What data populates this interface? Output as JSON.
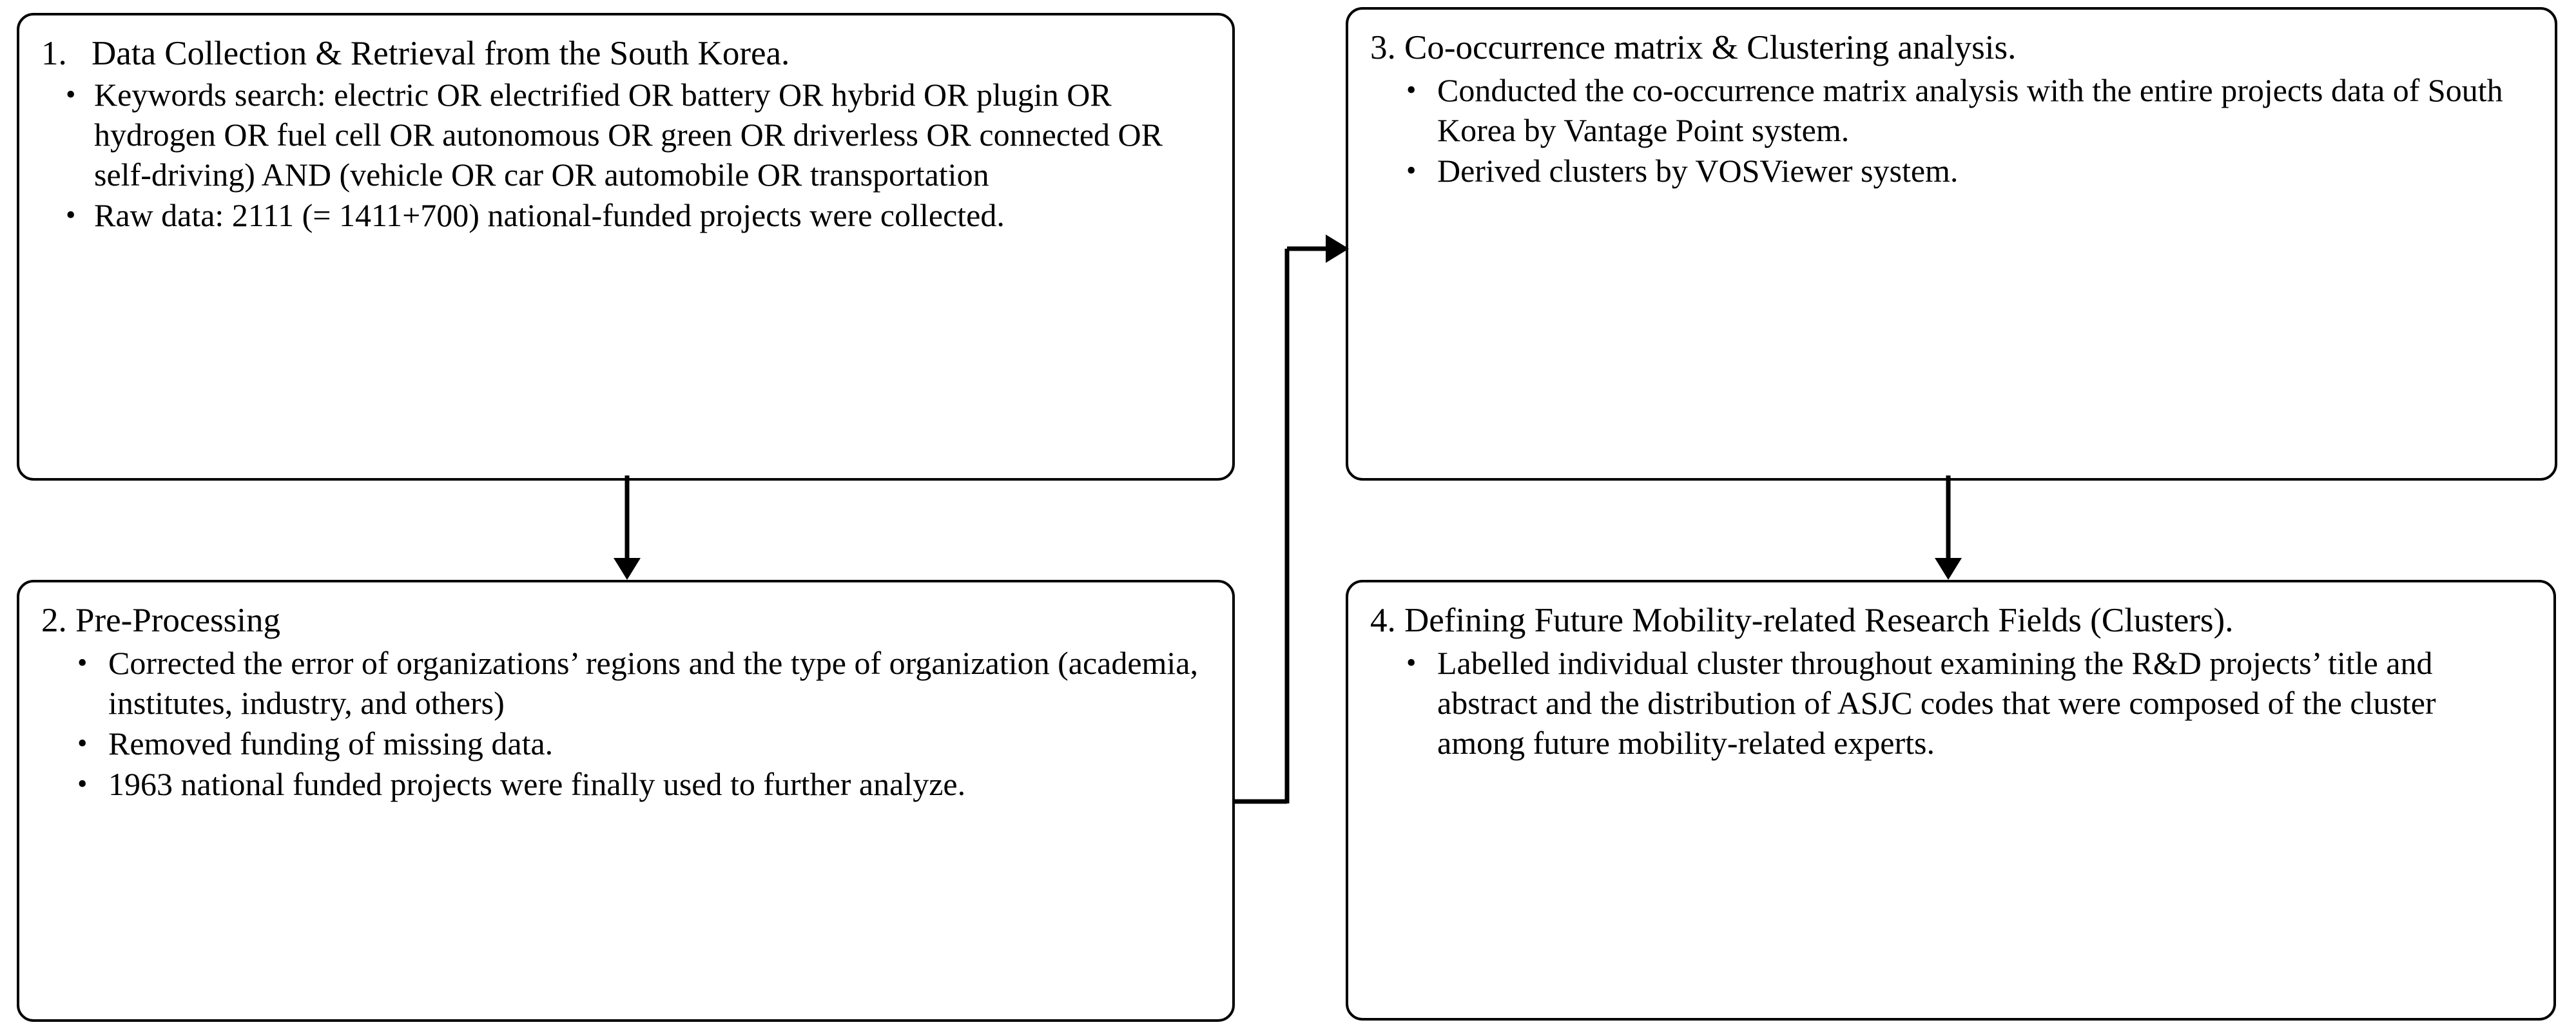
{
  "diagram": {
    "type": "flowchart",
    "title": "Research methodology flow",
    "line_color": "#000000",
    "box_fill": "#ffffff",
    "text_color": "#000000"
  },
  "nodes": [
    {
      "id": "node-1",
      "number": "1.",
      "title": "Data Collection & Retrieval from the South Korea.",
      "bullets": [
        "Keywords search: electric OR electrified OR battery OR hybrid OR plugin OR hydrogen OR fuel cell OR autonomous OR green OR driverless OR connected OR self-driving) AND (vehicle OR car OR automobile OR transportation",
        "Raw data: 2111 (= 1411+700) national-funded projects were collected."
      ]
    },
    {
      "id": "node-2",
      "number": "2.",
      "title": "2. Pre-Processing",
      "bullets": [
        "Corrected the error of organizations’ regions and the type of organization (academia, institutes, industry, and others)",
        " Removed funding of missing data.",
        "1963 national funded projects were finally used to further analyze."
      ]
    },
    {
      "id": "node-3",
      "number": "3.",
      "title": "3. Co-occurrence matrix & Clustering analysis.",
      "bullets": [
        "Conducted the co-occurrence matrix analysis with the entire projects data of South Korea by Vantage Point system.",
        "Derived clusters by VOSViewer system."
      ]
    },
    {
      "id": "node-4",
      "number": "4.",
      "title": "4. Defining Future Mobility-related Research Fields (Clusters).",
      "bullets": [
        "Labelled individual cluster throughout examining the R&D projects’ title and abstract and the distribution of ASJC codes that were composed of the cluster among future mobility-related experts."
      ]
    }
  ],
  "connectors": [
    {
      "id": "conn-1-2",
      "from": "node-1",
      "to": "node-2",
      "shape": "vertical-arrow",
      "direction": "down"
    },
    {
      "id": "conn-2-3",
      "from": "node-2",
      "to": "node-3",
      "shape": "elbow-arrow",
      "direction": "right"
    },
    {
      "id": "conn-3-4",
      "from": "node-3",
      "to": "node-4",
      "shape": "vertical-arrow",
      "direction": "down"
    }
  ],
  "bullet_glyph": "•"
}
